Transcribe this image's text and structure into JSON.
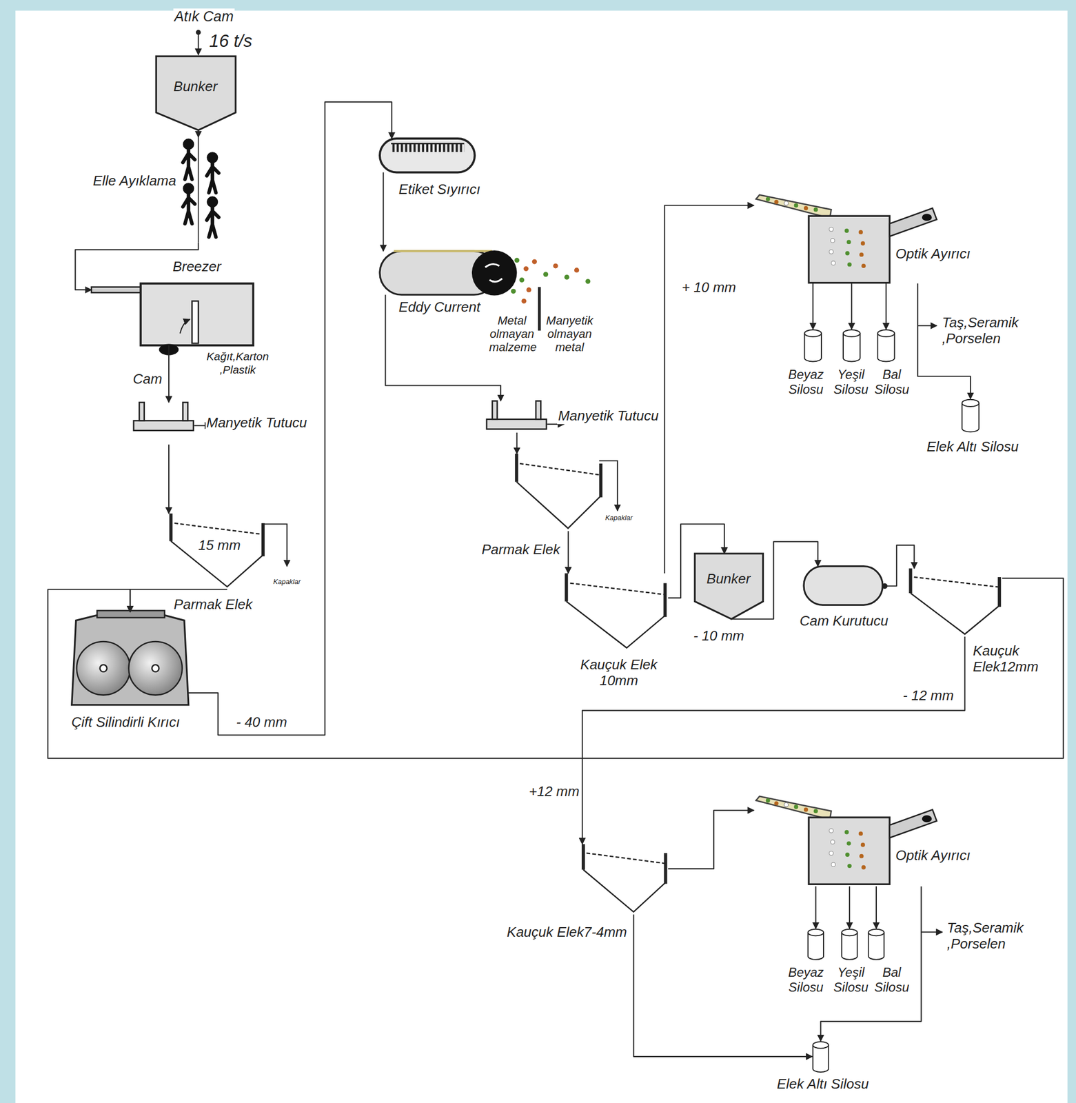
{
  "diagram": {
    "nodes": [
      {
        "text": [
          "Bunker"
        ]
      },
      {
        "text": [
          "Elle Ayıklama"
        ]
      },
      {
        "text": [
          "Breezer"
        ]
      },
      {
        "text": [
          "Manyetik Tutucu"
        ]
      },
      {
        "text": [
          "15 mm",
          "Parmak Elek"
        ]
      },
      {
        "text": [
          "Çift Silindirli Kırıcı"
        ]
      },
      {
        "text": [
          "Etiket Sıyırıcı"
        ]
      },
      {
        "text": [
          "Eddy Current"
        ]
      },
      {
        "text": [
          "Manyetik Tutucu"
        ]
      },
      {
        "text": [
          "Parmak Elek"
        ]
      },
      {
        "text": [
          "Kauçuk Elek 10mm"
        ]
      },
      {
        "text": [
          "Optik Ayırıcı"
        ]
      },
      {
        "text": [
          "Beyaz Silosu"
        ]
      },
      {
        "text": [
          "Yeşil Silosu"
        ]
      },
      {
        "text": [
          "Bal Silosu"
        ]
      },
      {
        "text": [
          "Elek Altı Silosu"
        ]
      },
      {
        "text": [
          "Bunker"
        ]
      },
      {
        "text": [
          "Cam Kurutucu"
        ]
      },
      {
        "text": [
          "Kauçuk Elek12mm"
        ]
      },
      {
        "text": [
          "Kauçuk Elek7-4mm"
        ]
      },
      {
        "text": [
          "Optik Ayırıcı"
        ]
      },
      {
        "text": [
          "Beyaz Silosu"
        ]
      },
      {
        "text": [
          "Yeşil Silosu"
        ]
      },
      {
        "text": [
          "Bal Silosu"
        ]
      },
      {
        "text": [
          "Elek Altı Silosu"
        ]
      }
    ],
    "edges": [
      {
        "from": 0,
        "to": 1,
        "arrow": "to"
      },
      {
        "from": 1,
        "to": 2,
        "arrow": "to"
      },
      {
        "from": 2,
        "to": 3,
        "arrow": "to"
      },
      {
        "from": 3,
        "to": 4,
        "arrow": "to"
      },
      {
        "from": 4,
        "to": 5,
        "arrow": "to"
      },
      {
        "from": 5,
        "to": 6,
        "arrow": "to"
      },
      {
        "from": 6,
        "to": 7,
        "arrow": "to"
      },
      {
        "from": 7,
        "to": 8,
        "arrow": "to"
      },
      {
        "from": 8,
        "to": 9,
        "arrow": "to"
      },
      {
        "from": 9,
        "to": 10,
        "arrow": "to"
      },
      {
        "from": 10,
        "to": 11,
        "arrow": "to"
      },
      {
        "from": 10,
        "to": 16,
        "arrow": "to"
      },
      {
        "from": 11,
        "to": 12,
        "arrow": "to"
      },
      {
        "from": 11,
        "to": 13,
        "arrow": "to"
      },
      {
        "from": 11,
        "to": 14,
        "arrow": "to"
      },
      {
        "from": 11,
        "to": 15,
        "arrow": "to"
      },
      {
        "from": 16,
        "to": 17,
        "arrow": "to"
      },
      {
        "from": 17,
        "to": 18,
        "arrow": "to"
      },
      {
        "from": 18,
        "to": 19,
        "arrow": "to"
      },
      {
        "from": 18,
        "to": 5,
        "arrow": "to"
      },
      {
        "from": 19,
        "to": 20,
        "arrow": "to"
      },
      {
        "from": 19,
        "to": 24,
        "arrow": "to"
      },
      {
        "from": 20,
        "to": 21,
        "arrow": "to"
      },
      {
        "from": 20,
        "to": 22,
        "arrow": "to"
      },
      {
        "from": 20,
        "to": 23,
        "arrow": "to"
      },
      {
        "from": 20,
        "to": 24,
        "arrow": "to"
      }
    ],
    "labels": [
      "Atık Cam",
      "16 t/s",
      "Cam",
      "Kağıt,Karton ,Plastik",
      "Kapaklar",
      "- 40 mm",
      "Metal olmayan malzeme",
      "Manyetik olmayan metal",
      "Kapaklar",
      "+ 10 mm",
      "Taş,Seramik ,Porselen",
      "- 10 mm",
      "- 12 mm",
      "+12 mm",
      "Taş,Seramik ,Porselen"
    ]
  }
}
